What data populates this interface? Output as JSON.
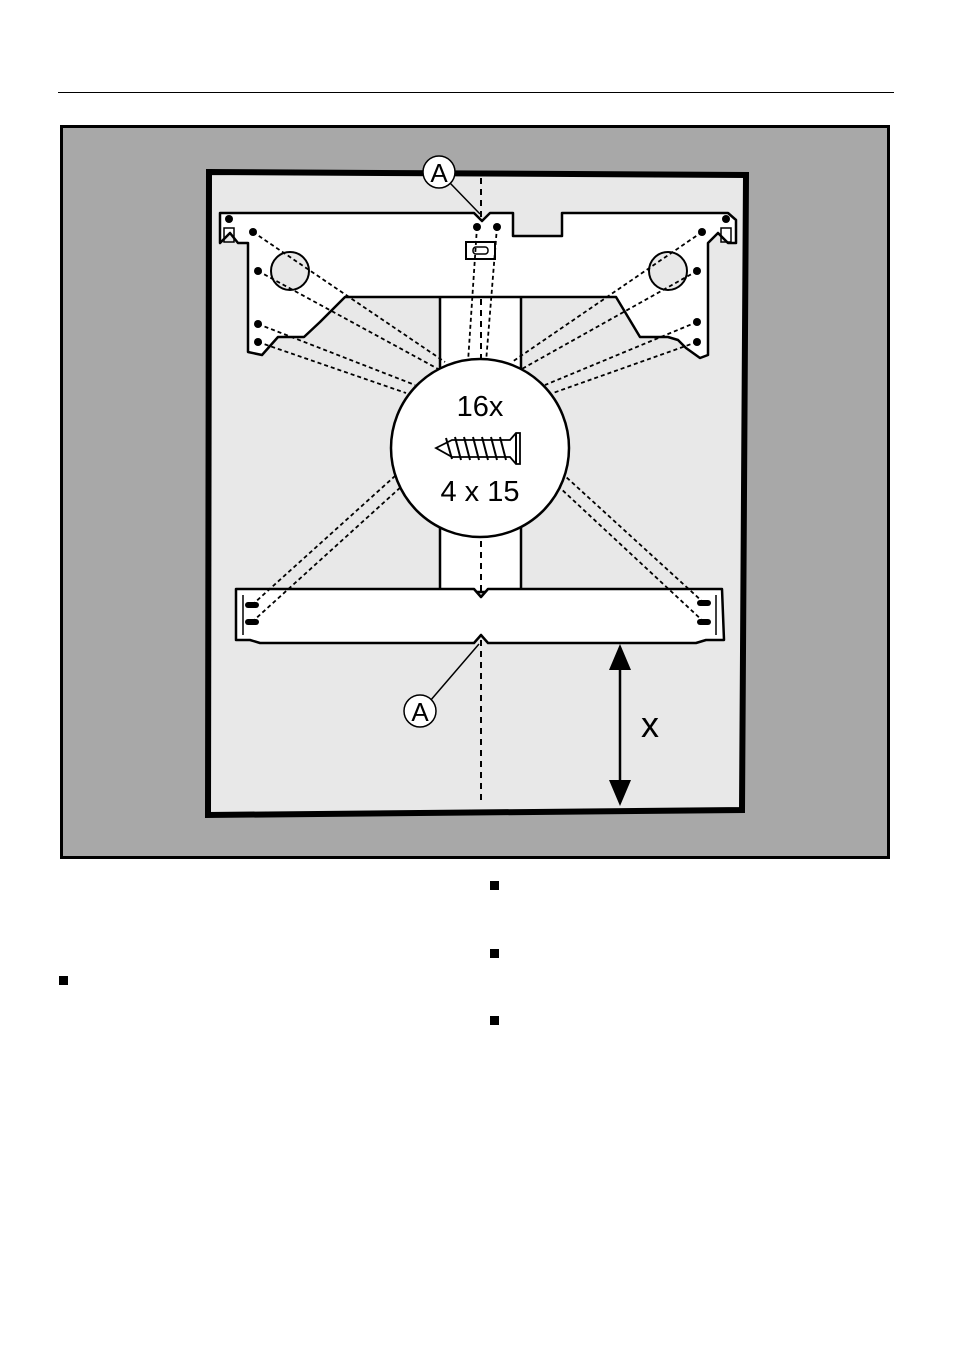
{
  "diagram": {
    "screw_count": "16x",
    "screw_size": "4 x 15",
    "callout_top": "A",
    "callout_bottom": "A",
    "dimension_label": "x"
  },
  "colors": {
    "background_panel": "#a8a8a8",
    "niche": "#e8e8e8",
    "line": "#000000",
    "bracket_fill": "#ffffff"
  },
  "bullets": [
    "square-bullet",
    "square-bullet",
    "square-bullet",
    "square-bullet"
  ]
}
